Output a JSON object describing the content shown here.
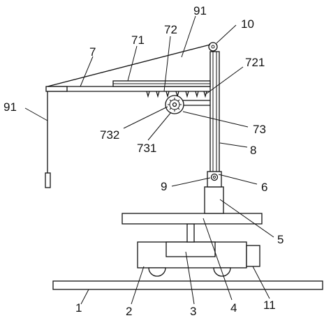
{
  "labels": {
    "l1": "1",
    "l2": "2",
    "l3": "3",
    "l4": "4",
    "l5": "5",
    "l6": "6",
    "l7": "7",
    "l8": "8",
    "l9": "9",
    "l10": "10",
    "l11": "11",
    "l71": "71",
    "l72": "72",
    "l73": "73",
    "l91_top": "91",
    "l91_left": "91",
    "l721": "721",
    "l731": "731",
    "l732": "732"
  }
}
